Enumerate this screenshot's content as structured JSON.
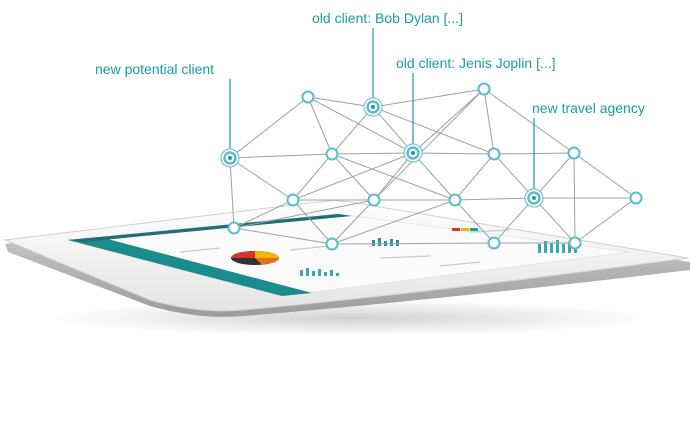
{
  "callouts": {
    "new_potential_client": "new potential client",
    "old_client_bob": "old client: Bob Dylan [...]",
    "old_client_jenis": "old client: Jenis Joplin [...]",
    "new_travel_agency": "new travel agency"
  },
  "colors": {
    "accent": "#1a9e9e",
    "node_stroke": "#5bbccc",
    "edge": "#9aa3a8",
    "tablet_body": "#f2f2f2",
    "tablet_sidebar": "#1b8c8c",
    "pie_red": "#d9342b",
    "pie_yellow": "#f2b705",
    "pie_dark": "#333333"
  },
  "icons": {
    "network": "network-graph",
    "device": "tablet"
  }
}
